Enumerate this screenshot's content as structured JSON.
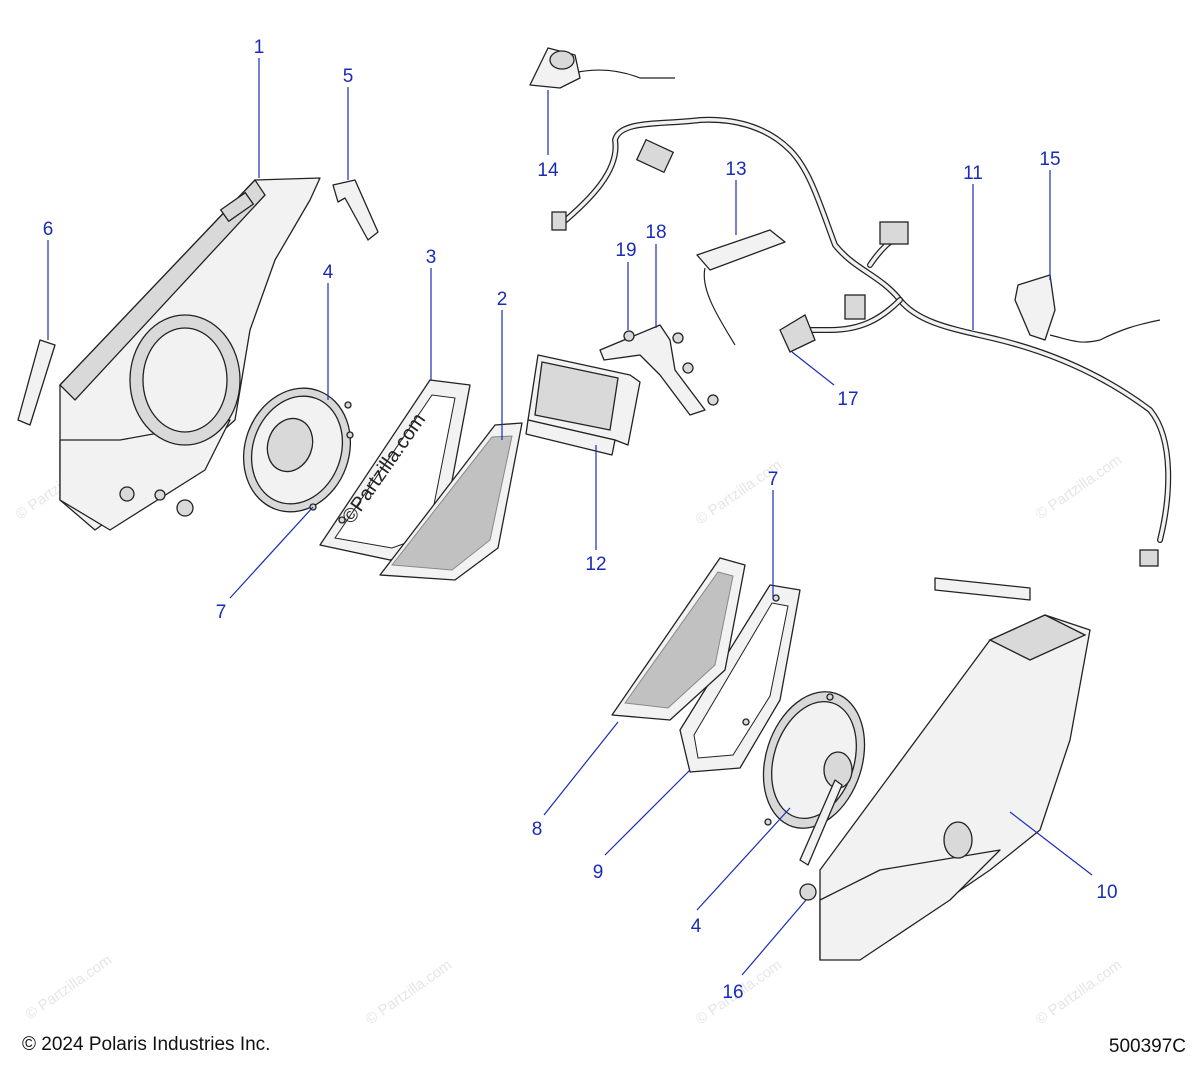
{
  "diagram": {
    "callouts": [
      {
        "id": "c1",
        "label": "1"
      },
      {
        "id": "c2",
        "label": "2"
      },
      {
        "id": "c3",
        "label": "3"
      },
      {
        "id": "c4a",
        "label": "4"
      },
      {
        "id": "c4b",
        "label": "4"
      },
      {
        "id": "c5",
        "label": "5"
      },
      {
        "id": "c6",
        "label": "6"
      },
      {
        "id": "c7a",
        "label": "7"
      },
      {
        "id": "c7b",
        "label": "7"
      },
      {
        "id": "c8",
        "label": "8"
      },
      {
        "id": "c9",
        "label": "9"
      },
      {
        "id": "c10",
        "label": "10"
      },
      {
        "id": "c11",
        "label": "11"
      },
      {
        "id": "c12",
        "label": "12"
      },
      {
        "id": "c13",
        "label": "13"
      },
      {
        "id": "c14",
        "label": "14"
      },
      {
        "id": "c15",
        "label": "15"
      },
      {
        "id": "c16",
        "label": "16"
      },
      {
        "id": "c17",
        "label": "17"
      },
      {
        "id": "c18",
        "label": "18"
      },
      {
        "id": "c19",
        "label": "19"
      }
    ],
    "watermark_center": "©Partzilla.com",
    "watermark_repeat": "© Partzilla.com"
  },
  "footer": {
    "copyright": "© 2024 Polaris Industries Inc.",
    "diagram_code": "500397C"
  }
}
